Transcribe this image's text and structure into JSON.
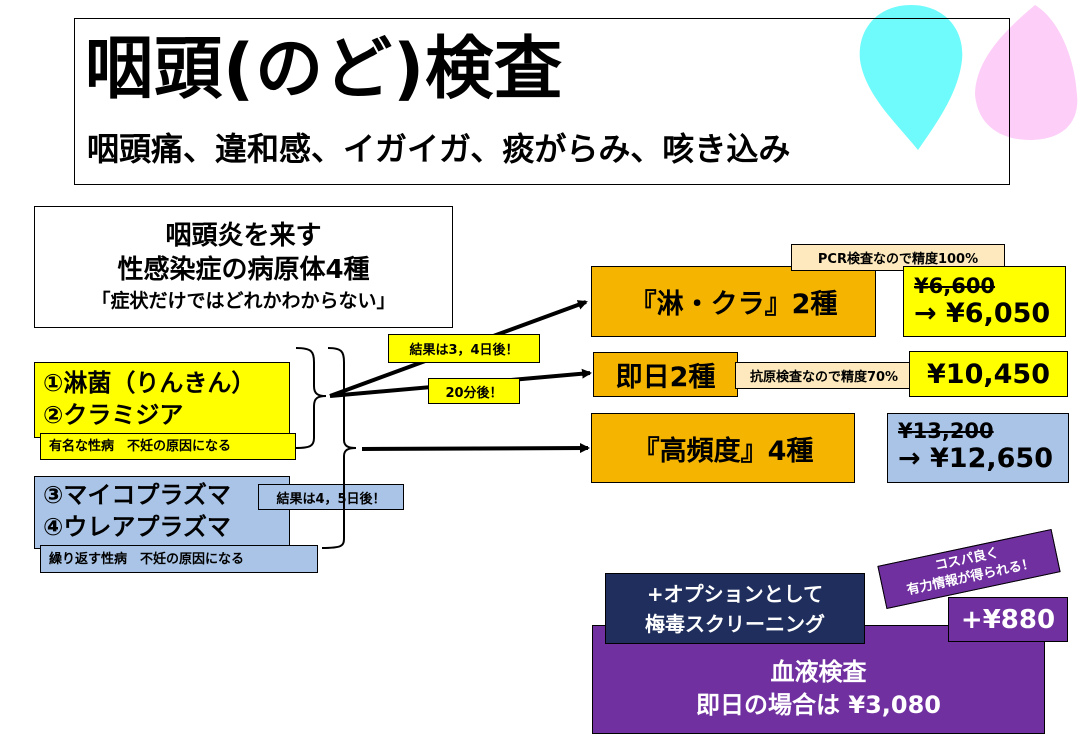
{
  "header": {
    "title": "咽頭(のど)検査",
    "subtitle": "咽頭痛、違和感、イガイガ、痰がらみ、咳き込み"
  },
  "pathogens_box": {
    "line1": "咽頭炎を来す",
    "line2": "性感染症の病原体4種",
    "line3": "「症状だけではどれかわからない」"
  },
  "group1": {
    "item1": "①淋菌（りんきん）",
    "item2": "②クラミジア",
    "note": "有名な性病　不妊の原因になる"
  },
  "group2": {
    "item1": "③マイコプラズマ",
    "item2": "④ウレアプラズマ",
    "note": "繰り返す性病　不妊の原因になる",
    "result": "結果は4，5日後！"
  },
  "arrows": {
    "result1": "結果は3，4日後！",
    "result2": "20分後！"
  },
  "tests": {
    "rin_kura": {
      "label": "『淋・クラ』2種",
      "note": "PCR検査なので精度100%",
      "old_price": "¥6,600",
      "new_price": "→ ¥6,050"
    },
    "sokujitsu": {
      "label": "即日2種",
      "note": "抗原検査なので精度70%",
      "price": "¥10,450"
    },
    "koshindo": {
      "label": "『高頻度』4種",
      "old_price": "¥13,200",
      "new_price": "→ ¥12,650"
    }
  },
  "option": {
    "tag_line1": "+オプションとして",
    "tag_line2": "梅毒スクリーニング",
    "box_line1": "血液検査",
    "box_line2": "即日の場合は ¥3,080",
    "price": "+¥880",
    "promo_line1": "コスパ良く",
    "promo_line2": "有力情報が得られる！"
  },
  "colors": {
    "yellow": "#ffff00",
    "orange": "#f5b400",
    "light_blue": "#a9c4e6",
    "purple": "#7030a0",
    "navy": "#1f2e5c",
    "cream": "#fde9bd",
    "cyan": "#66ffff",
    "pink": "#ffccff"
  }
}
